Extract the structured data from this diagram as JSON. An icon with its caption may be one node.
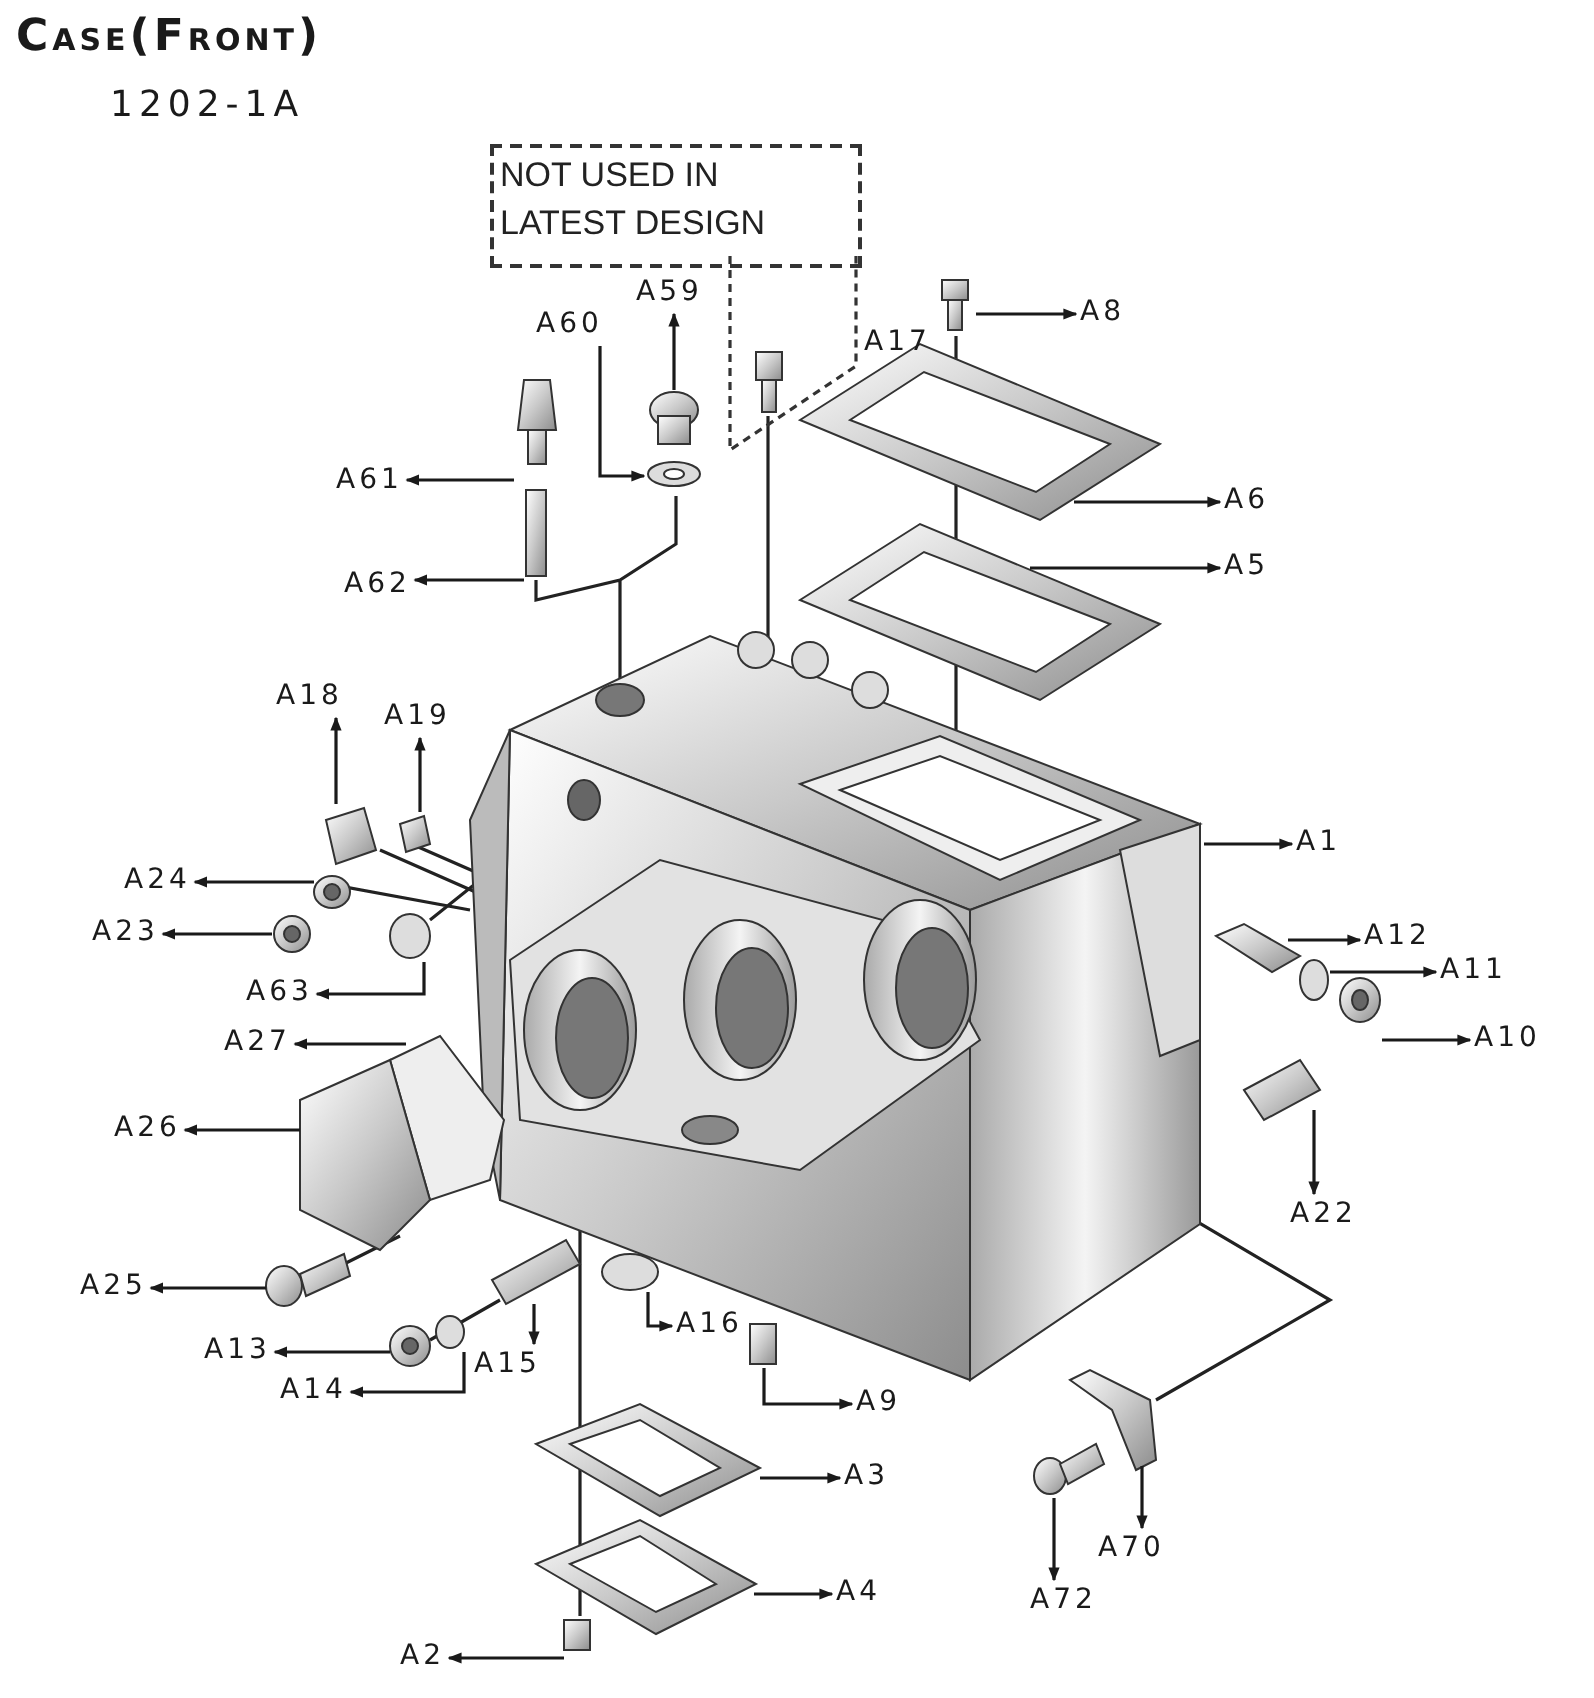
{
  "diagram": {
    "title": "Case(Front)",
    "labels": [
      "1202-1A"
    ],
    "nodes": [
      {
        "text": [
          "NOT USED IN LATEST DESIGN"
        ]
      },
      {
        "text": [
          "A8"
        ]
      },
      {
        "text": [
          "A59"
        ]
      },
      {
        "text": [
          "A60"
        ]
      },
      {
        "text": [
          "A17"
        ]
      },
      {
        "text": [
          "A61"
        ]
      },
      {
        "text": [
          "A6"
        ]
      },
      {
        "text": [
          "A5"
        ]
      },
      {
        "text": [
          "A62"
        ]
      },
      {
        "text": [
          "A18"
        ]
      },
      {
        "text": [
          "A19"
        ]
      },
      {
        "text": [
          "A1"
        ]
      },
      {
        "text": [
          "A24"
        ]
      },
      {
        "text": [
          "A23"
        ]
      },
      {
        "text": [
          "A12"
        ]
      },
      {
        "text": [
          "A11"
        ]
      },
      {
        "text": [
          "A63"
        ]
      },
      {
        "text": [
          "A10"
        ]
      },
      {
        "text": [
          "A27"
        ]
      },
      {
        "text": [
          "A26"
        ]
      },
      {
        "text": [
          "A22"
        ]
      },
      {
        "text": [
          "A25"
        ]
      },
      {
        "text": [
          "A16"
        ]
      },
      {
        "text": [
          "A13"
        ]
      },
      {
        "text": [
          "A15"
        ]
      },
      {
        "text": [
          "A14"
        ]
      },
      {
        "text": [
          "A9"
        ]
      },
      {
        "text": [
          "A3"
        ]
      },
      {
        "text": [
          "A70"
        ]
      },
      {
        "text": [
          "A4"
        ]
      },
      {
        "text": [
          "A72"
        ]
      },
      {
        "text": [
          "A2"
        ]
      },
      {
        "text": [],
        "shape": "picture"
      },
      {
        "text": [],
        "shape": "picture"
      },
      {
        "text": [],
        "shape": "picture"
      },
      {
        "text": [],
        "shape": "picture"
      },
      {
        "text": [],
        "shape": "picture"
      },
      {
        "text": [],
        "shape": "picture"
      },
      {
        "text": [],
        "shape": "picture"
      },
      {
        "text": [],
        "shape": "picture"
      },
      {
        "text": [],
        "shape": "picture"
      },
      {
        "text": [],
        "shape": "picture"
      },
      {
        "text": [],
        "shape": "picture"
      },
      {
        "text": [],
        "shape": "picture"
      },
      {
        "text": [],
        "shape": "picture"
      },
      {
        "text": [],
        "shape": "circle"
      },
      {
        "text": [],
        "shape": "circle"
      },
      {
        "text": [],
        "shape": "picture"
      },
      {
        "text": [],
        "shape": "picture"
      },
      {
        "text": [],
        "shape": "picture"
      },
      {
        "text": [],
        "shape": "picture"
      },
      {
        "text": [],
        "shape": "picture"
      },
      {
        "text": [],
        "shape": "circle"
      },
      {
        "text": [],
        "shape": "picture"
      },
      {
        "text": [],
        "shape": "picture"
      },
      {
        "text": [],
        "shape": "circle"
      },
      {
        "text": [],
        "shape": "picture"
      },
      {
        "text": [],
        "shape": "picture"
      },
      {
        "text": [],
        "shape": "picture"
      },
      {
        "text": [],
        "shape": "picture"
      },
      {
        "text": [],
        "shape": "picture"
      },
      {
        "text": [],
        "shape": "picture"
      }
    ],
    "edges": [
      {
        "from": 32,
        "to": 1,
        "arrow": "to"
      },
      {
        "from": 33,
        "to": 2,
        "arrow": "to"
      },
      {
        "from": 3,
        "to": 34,
        "arrow": "to"
      },
      {
        "from": 35,
        "to": 5,
        "arrow": "to"
      },
      {
        "from": 36,
        "to": 6,
        "arrow": "to"
      },
      {
        "from": 37,
        "to": 7,
        "arrow": "to"
      },
      {
        "from": 38,
        "to": 8,
        "arrow": "to"
      },
      {
        "from": 39,
        "to": 9,
        "arrow": "to"
      },
      {
        "from": 40,
        "to": 10,
        "arrow": "to"
      },
      {
        "from": 41,
        "to": 11,
        "arrow": "to"
      },
      {
        "from": 42,
        "to": 12,
        "arrow": "to"
      },
      {
        "from": 43,
        "to": 13,
        "arrow": "to"
      },
      {
        "from": 44,
        "to": 14,
        "arrow": "to"
      },
      {
        "from": 45,
        "to": 15,
        "arrow": "to"
      },
      {
        "from": 46,
        "to": 16,
        "arrow": "to"
      },
      {
        "from": 47,
        "to": 17,
        "arrow": "to"
      },
      {
        "from": 48,
        "to": 18,
        "arrow": "to"
      },
      {
        "from": 49,
        "to": 19,
        "arrow": "to"
      },
      {
        "from": 50,
        "to": 20,
        "arrow": "to"
      },
      {
        "from": 51,
        "to": 21,
        "arrow": "to"
      },
      {
        "from": 52,
        "to": 22,
        "arrow": "to"
      },
      {
        "from": 53,
        "to": 23,
        "arrow": "to"
      },
      {
        "from": 54,
        "to": 24,
        "arrow": "to"
      },
      {
        "from": 55,
        "to": 25,
        "arrow": "to"
      },
      {
        "from": 56,
        "to": 26,
        "arrow": "to"
      },
      {
        "from": 57,
        "to": 27,
        "arrow": "to"
      },
      {
        "from": 58,
        "to": 28,
        "arrow": "to"
      },
      {
        "from": 59,
        "to": 29,
        "arrow": "to"
      },
      {
        "from": 60,
        "to": 30,
        "arrow": "to"
      },
      {
        "from": 61,
        "to": 31,
        "arrow": "to"
      }
    ]
  }
}
